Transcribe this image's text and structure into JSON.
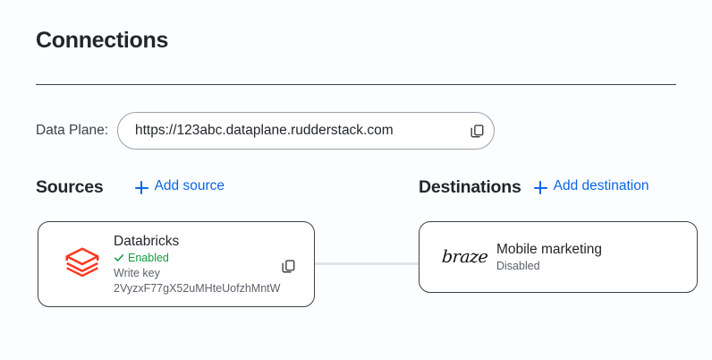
{
  "page": {
    "title": "Connections"
  },
  "data_plane": {
    "label": "Data Plane:",
    "url": "https://123abc.dataplane.rudderstack.com",
    "copy_icon": "copy-icon"
  },
  "sources": {
    "title": "Sources",
    "add_label": "Add source",
    "add_icon": "plus-icon",
    "items": [
      {
        "name": "Databricks",
        "logo": "databricks-logo",
        "logo_color": "#FF3621",
        "status": "Enabled",
        "status_icon": "check-icon",
        "status_color": "#0f9b3e",
        "write_key_label": "Write key",
        "write_key": "2VyzxF77gX52uMHteUofzhMntW",
        "copy_icon": "copy-icon"
      }
    ]
  },
  "destinations": {
    "title": "Destinations",
    "add_label": "Add destination",
    "add_icon": "plus-icon",
    "items": [
      {
        "name": "Mobile marketing",
        "logo": "braze-logo",
        "logo_text": "braze",
        "status": "Disabled",
        "status_color": "#5c626b"
      }
    ]
  },
  "colors": {
    "accent_link": "#0b66e4",
    "background": "#fcfdff",
    "card_border": "#3c4149",
    "connector": "#e2e3e5",
    "enabled_green": "#0f9b3e",
    "databricks_red": "#FF3621"
  }
}
